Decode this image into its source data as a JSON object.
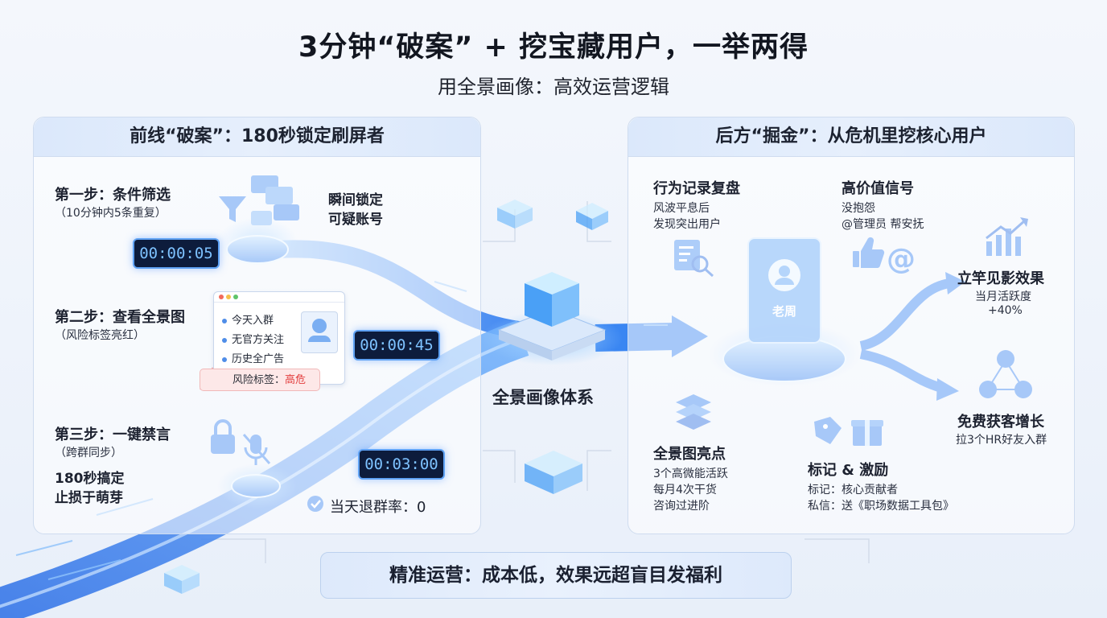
{
  "header": {
    "title": "3分钟“破案” + 挖宝藏用户，一举两得",
    "subtitle": "用全景画像：高效运营逻辑"
  },
  "left_panel": {
    "title": "前线“破案”：180秒锁定刷屏者",
    "step1": {
      "title": "第一步：条件筛选",
      "detail": "（10分钟内5条重复）",
      "timer": "00:00:05",
      "result_line1": "瞬间锁定",
      "result_line2": "可疑账号"
    },
    "step2": {
      "title": "第二步：查看全景图",
      "detail": "（风险标签亮红）",
      "timer": "00:00:45",
      "card_items": [
        "今天入群",
        "无官方关注",
        "历史全广告"
      ],
      "risk_label": "风险标签：",
      "risk_value": "高危"
    },
    "step3": {
      "title": "第三步：一键禁言",
      "detail": "（跨群同步）",
      "timer": "00:03:00",
      "note_line1": "180秒搞定",
      "note_line2": "止损于萌芽",
      "quit_rate": "当天退群率：0"
    }
  },
  "center": {
    "label": "全景画像体系"
  },
  "right_panel": {
    "title": "后方“掘金”：从危机里挖核心用户",
    "review": {
      "title": "行为记录复盘",
      "line1": "风波平息后",
      "line2": "发现突出用户"
    },
    "signal": {
      "title": "高价值信号",
      "line1": "没抱怨",
      "line2": "@管理员 帮安抚"
    },
    "profile_name": "老周",
    "highlight": {
      "title": "全景图亮点",
      "line1": "3个高微能活跃",
      "line2": "每月4次干货",
      "line3": "咨询过进阶"
    },
    "reward": {
      "title": "标记 & 激励",
      "line1": "标记：核心贡献者",
      "line2": "私信：送《职场数据工具包》"
    },
    "effect": {
      "title": "立竿见影效果",
      "line1": "当月活跃度",
      "line2": "+40%"
    },
    "growth": {
      "title": "免费获客增长",
      "line1": "拉3个HR好友入群"
    }
  },
  "footer": {
    "text": "精准运营：成本低，效果远超盲目发福利"
  },
  "colors": {
    "accent": "#3b82f6",
    "danger": "#e23d3d",
    "dark_timer": "#0d1c3c"
  },
  "icons": [
    "filter-icon",
    "chat-bubbles-icon",
    "lock-icon",
    "mic-off-icon",
    "check-icon",
    "warning-icon",
    "profile-icon",
    "document-search-icon",
    "thumbs-up-icon",
    "at-icon",
    "layers-icon",
    "tag-icon",
    "gift-icon",
    "trend-chart-icon",
    "network-icon",
    "cube-icon"
  ]
}
